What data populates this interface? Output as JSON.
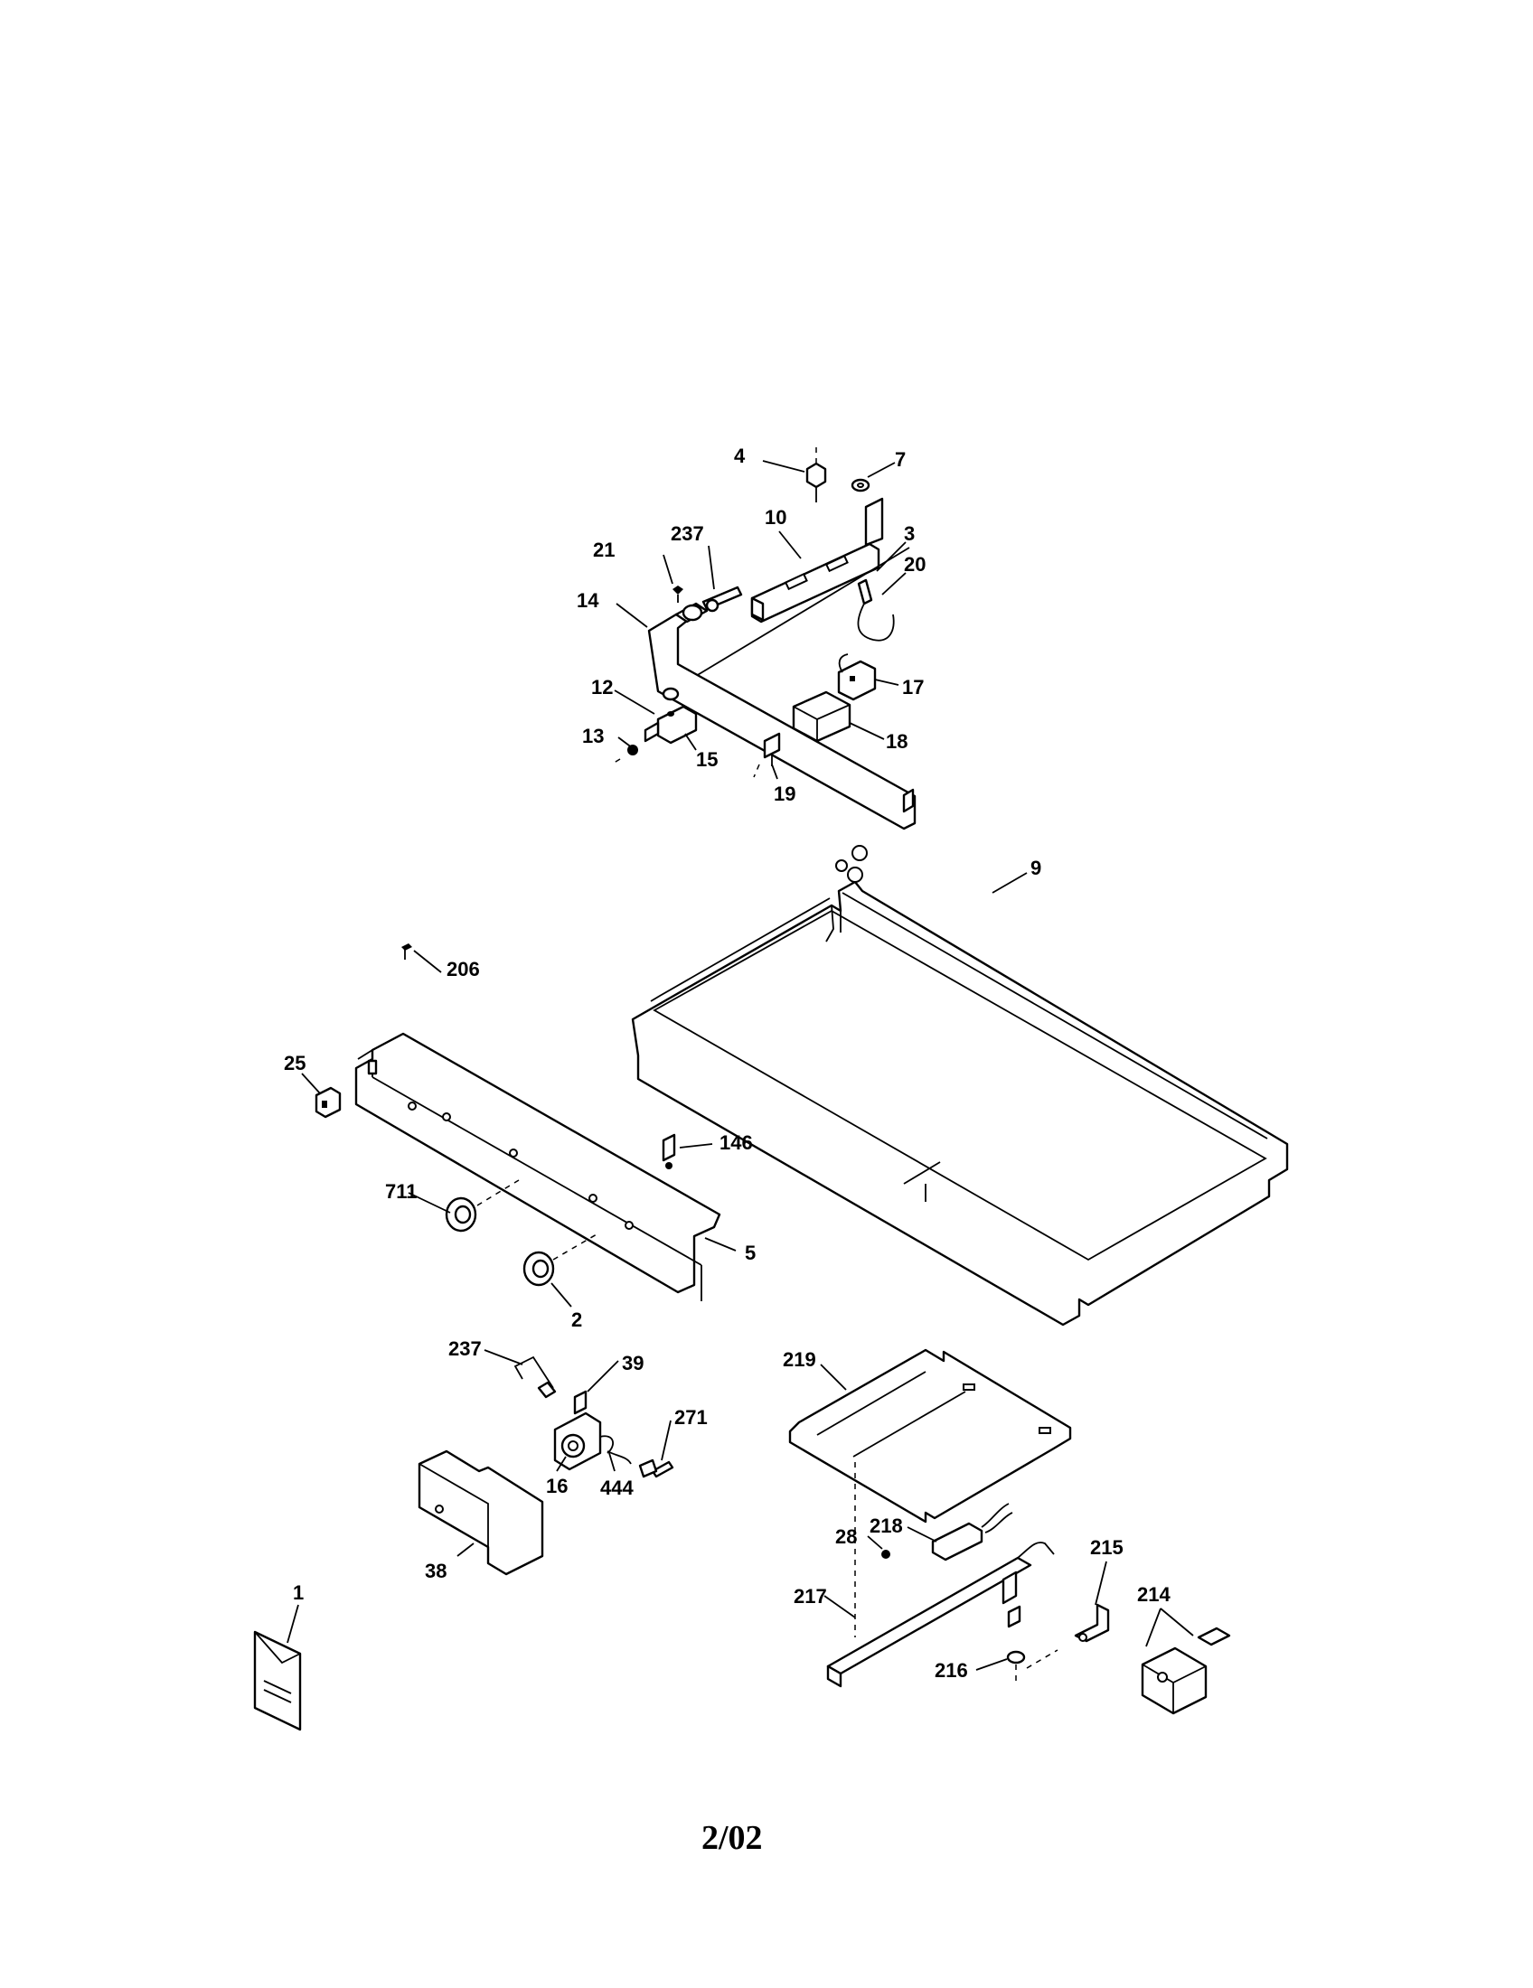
{
  "labels": {
    "p1": "1",
    "p2": "2",
    "p3": "3",
    "p4": "4",
    "p5": "5",
    "p7": "7",
    "p9": "9",
    "p10": "10",
    "p12": "12",
    "p13": "13",
    "p14": "14",
    "p15": "15",
    "p16": "16",
    "p17": "17",
    "p18": "18",
    "p19": "19",
    "p20": "20",
    "p21": "21",
    "p25": "25",
    "p28": "28",
    "p38": "38",
    "p39": "39",
    "p146": "146",
    "p206": "206",
    "p214": "214",
    "p215": "215",
    "p216": "216",
    "p217": "217",
    "p218": "218",
    "p219": "219",
    "p237a": "237",
    "p237b": "237",
    "p271": "271",
    "p444": "444",
    "p711": "711"
  },
  "footer": "2/02"
}
